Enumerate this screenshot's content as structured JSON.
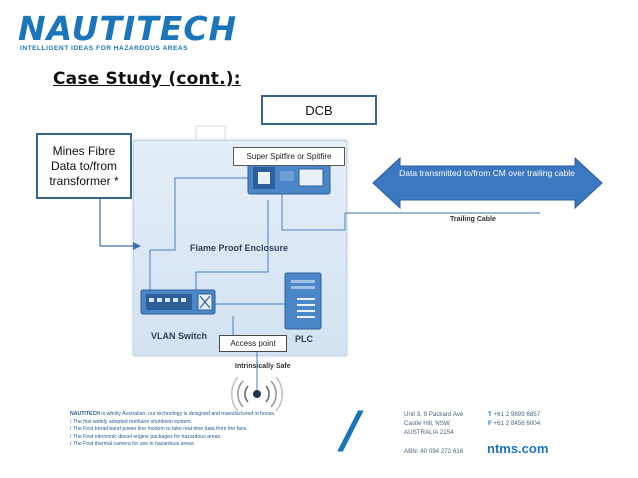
{
  "brand": {
    "logo": "NAUTITECH",
    "tagline": "INTELLIGENT IDEAS FOR HAZARDOUS AREAS"
  },
  "heading": "Case Study (cont.):",
  "diagram": {
    "dcb": "DCB",
    "mines_fibre": "Mines Fibre\nData to/from\ntransformer *",
    "super_spitfire": "Super Spitfire or Spitfire",
    "flame_proof": "Flame Proof Enclosure",
    "vlan_switch": "VLAN Switch",
    "plc": "PLC",
    "access_point": "Access point",
    "intrinsically_safe": "Intrinsically Safe",
    "trailing_cable": "Trailing Cable",
    "arrow_text": "Data transmitted to/from CM over trailing cable",
    "colors": {
      "box_border": "#36648b",
      "arrow_fill": "#3b78c2",
      "enclosure": "#dbe7f4"
    }
  },
  "footer": {
    "line1_bold": "NAUTITECH",
    "line1_rest": " is wholly Australian, our technology is designed and manufactured in house.",
    "bullets": [
      "/ The first widely adopted methane shutdown system.",
      "/ The First broad band power line modem to take real time data from the face.",
      "/ The First electronic diesel engine packages for hazardous areas.",
      "/ The First thermal camera for use in hazardous areas."
    ],
    "slash": "/",
    "address": [
      "Unit 3, 9 Packard Ave",
      "Castle Hill, NSW",
      "AUSTRALIA 2154"
    ],
    "abn": "ABN: 40 094 272 616",
    "phone_label": "T",
    "phone": "+61 2 9899 6857",
    "fax_label": "F",
    "fax": "+61 2 8456 6004",
    "website": "ntms.com"
  }
}
